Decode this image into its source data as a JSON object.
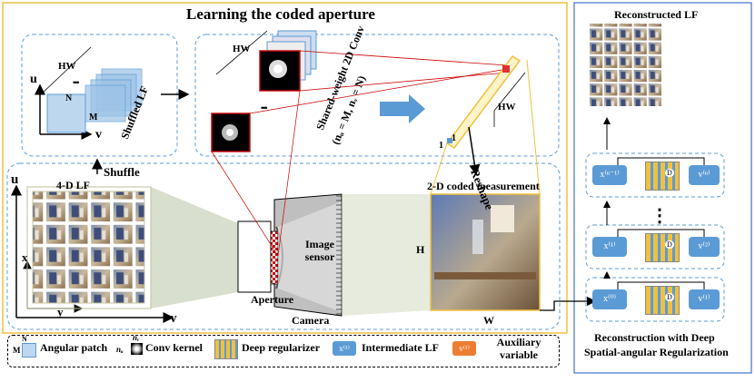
{
  "title": "Learning the coded aperture",
  "shuffled_lf": {
    "label": "Shuffled LF",
    "hw": "HW",
    "u": "u",
    "v": "v",
    "n": "N",
    "m": "M",
    "dots": "•••"
  },
  "conv": {
    "label": "Shared-weight 2D Conv",
    "params": "(nᵤ = M, nᵥ = N)",
    "hw": "HW",
    "dots": "•••"
  },
  "reshape": {
    "label": "Reshape",
    "hw": "HW",
    "one_a": "1",
    "one_b": "1"
  },
  "shuffle": {
    "label": "Shuffle"
  },
  "lf4d": {
    "label": "4-D LF",
    "u": "u",
    "x": "x",
    "y": "y",
    "v": "v"
  },
  "camera": {
    "label": "Camera",
    "aperture": "Aperture",
    "sensor": "Image sensor"
  },
  "coded": {
    "label": "2-D coded measurement",
    "h": "H",
    "w": "W"
  },
  "reconstructed": {
    "label": "Reconstructed LF"
  },
  "iterations": [
    {
      "x": "x⁽ⁿ⁻¹⁾",
      "v": "v⁽ⁿ⁾",
      "d": "D"
    },
    {
      "x": "x⁽¹⁾",
      "v": "v⁽²⁾",
      "d": "D"
    },
    {
      "x": "x⁽⁰⁾",
      "v": "v⁽¹⁾",
      "d": "D"
    }
  ],
  "vdots": "⋮",
  "right_caption": {
    "line1": "Reconstruction with Deep",
    "line2": "Spatial-angular Regularization"
  },
  "legend": {
    "angular_patch": "Angular patch",
    "conv_kernel": "Conv kernel",
    "deep_regularizer": "Deep regularizer",
    "intermediate_lf": "Intermediate LF",
    "auxiliary": "Auxiliary variable",
    "x_sym": "x⁽¹⁾",
    "v_sym": "v⁽¹⁾",
    "nu": "nᵤ",
    "nv": "nᵥ",
    "n": "N",
    "m": "M"
  },
  "colors": {
    "gold": "#f0c040",
    "blue_border": "#4472c4",
    "node_blue": "#5b9bd5",
    "node_orange": "#ed7d31",
    "dashed": "#5b9bd5"
  }
}
